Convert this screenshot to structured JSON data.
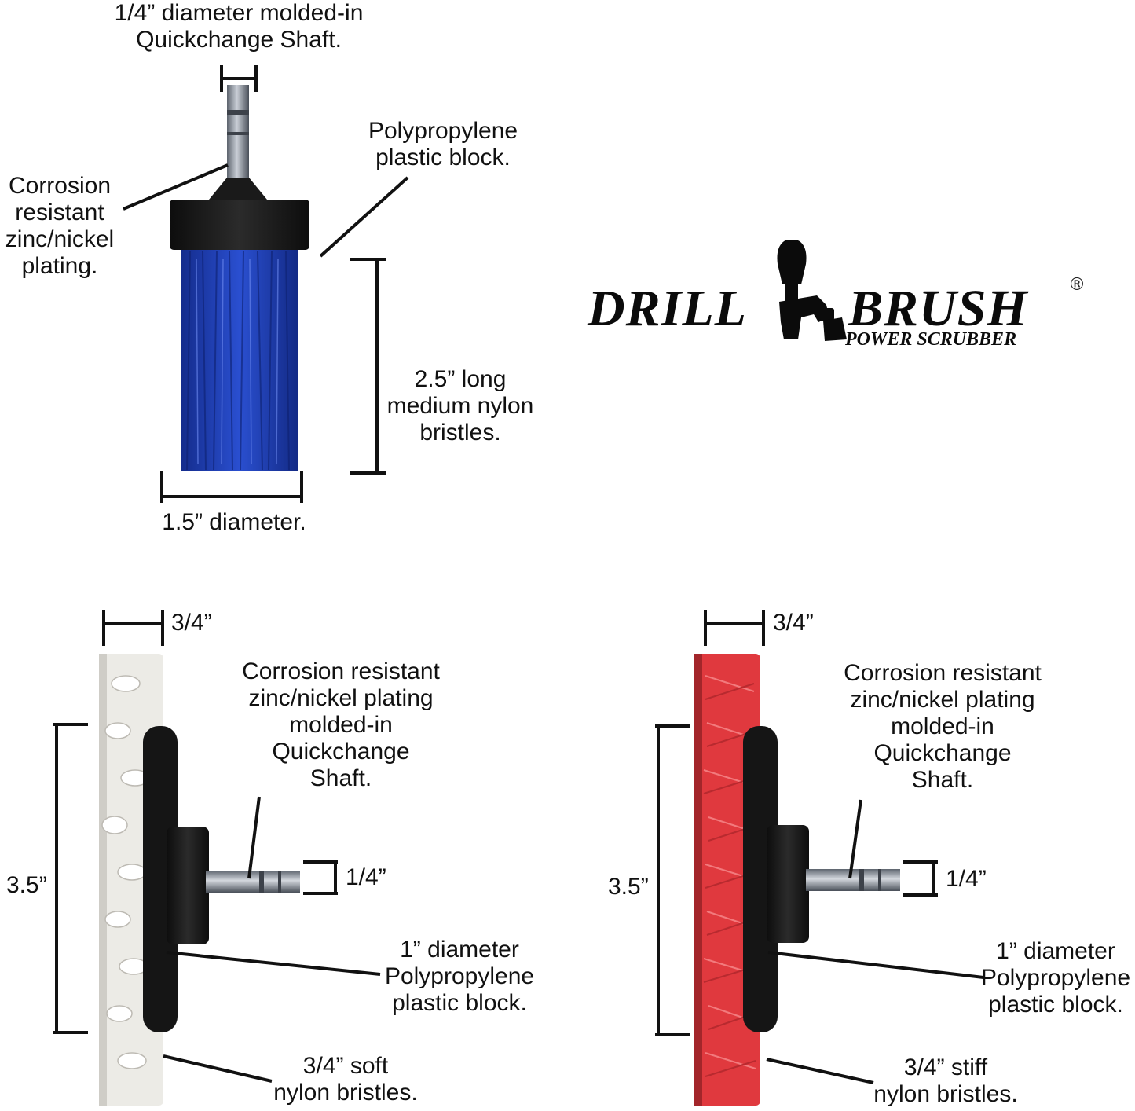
{
  "brand": {
    "word_left": "DRILL",
    "word_right": "BRUSH",
    "tagline": "POWER SCRUBBER",
    "registered": "®",
    "logo_icon": "drill-shovel-logo-icon"
  },
  "colors": {
    "blue_bristles": "#1f3fb8",
    "white_bristles": "#eceae6",
    "red_bristles": "#e0393e",
    "block": "#1c1c1c",
    "metal": "#8c94a0",
    "line": "#111111"
  },
  "top_brush": {
    "shaft_label": [
      "1/4” diameter molded-in",
      "Quickchange Shaft."
    ],
    "plating_label": [
      "Corrosion",
      "resistant",
      "zinc/nickel",
      "plating."
    ],
    "block_label": [
      "Polypropylene",
      "plastic block."
    ],
    "bristle_label": [
      "2.5” long",
      "medium nylon",
      "bristles."
    ],
    "diameter_label": "1.5” diameter."
  },
  "white_brush": {
    "width_label": "3/4”",
    "height_label": "3.5”",
    "shaft_label": [
      "Corrosion resistant",
      "zinc/nickel plating",
      "molded-in",
      "Quickchange",
      "Shaft."
    ],
    "shaft_size_label": "1/4”",
    "block_label": [
      "1” diameter",
      "Polypropylene",
      "plastic block."
    ],
    "bristle_label": [
      "3/4” soft",
      "nylon bristles."
    ]
  },
  "red_brush": {
    "width_label": "3/4”",
    "height_label": "3.5”",
    "shaft_label": [
      "Corrosion resistant",
      "zinc/nickel plating",
      "molded-in",
      "Quickchange",
      "Shaft."
    ],
    "shaft_size_label": "1/4”",
    "block_label": [
      "1” diameter",
      "Polypropylene",
      "plastic block."
    ],
    "bristle_label": [
      "3/4” stiff",
      "nylon bristles."
    ]
  }
}
